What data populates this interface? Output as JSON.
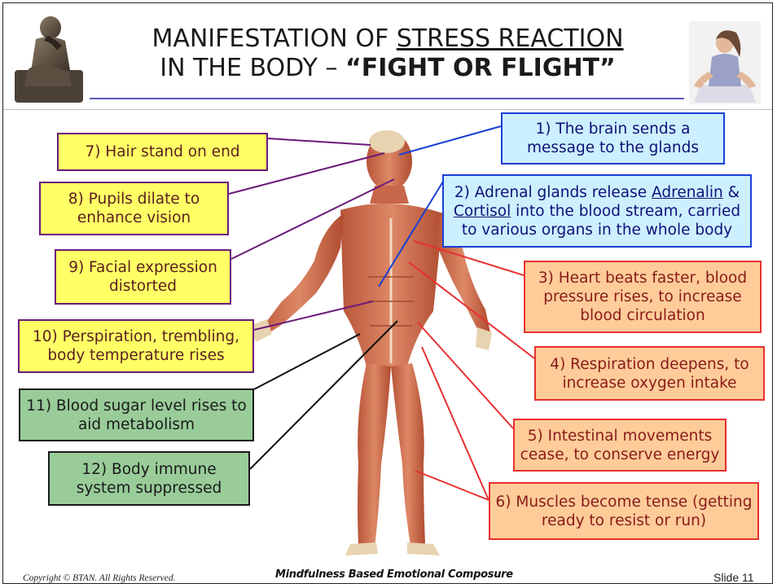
{
  "title": {
    "line1_prefix": "MANIFESTATION OF ",
    "line1_underlined": "STRESS REACTION",
    "line2_prefix": "IN THE BODY – ",
    "line2_bold": "“FIGHT OR FLIGHT”"
  },
  "callouts": {
    "c1": "1) The brain sends a message to the glands",
    "c2_before": "2) Adrenal glands release ",
    "c2_link1": "Adrenalin",
    "c2_mid": " & ",
    "c2_link2": "Cortisol",
    "c2_after": " into the blood stream, carried to various organs in the whole body",
    "c3": "3) Heart beats faster, blood pressure rises, to increase blood circulation",
    "c4": "4) Respiration deepens, to increase oxygen intake",
    "c5": "5) Intestinal movements cease, to conserve energy",
    "c6": "6) Muscles become tense (getting ready to resist or run)",
    "c7": "7) Hair stand on end",
    "c8": "8) Pupils dilate to enhance vision",
    "c9": "9) Facial expression distorted",
    "c10": "10) Perspiration, trembling, body temperature rises",
    "c11": "11) Blood sugar level rises to aid metabolism",
    "c12": "12) Body immune system suppressed"
  },
  "footer": {
    "copyright": "Copyright © BTAN. All Rights Reserved.",
    "course": "Mindfulness Based Emotional Composure",
    "slide": "Slide 11"
  },
  "colors": {
    "brain_boxes": "#ccf0ff",
    "body_boxes": "#ffcc99",
    "face_boxes": "#ffff66",
    "internal_boxes": "#99cc99"
  }
}
